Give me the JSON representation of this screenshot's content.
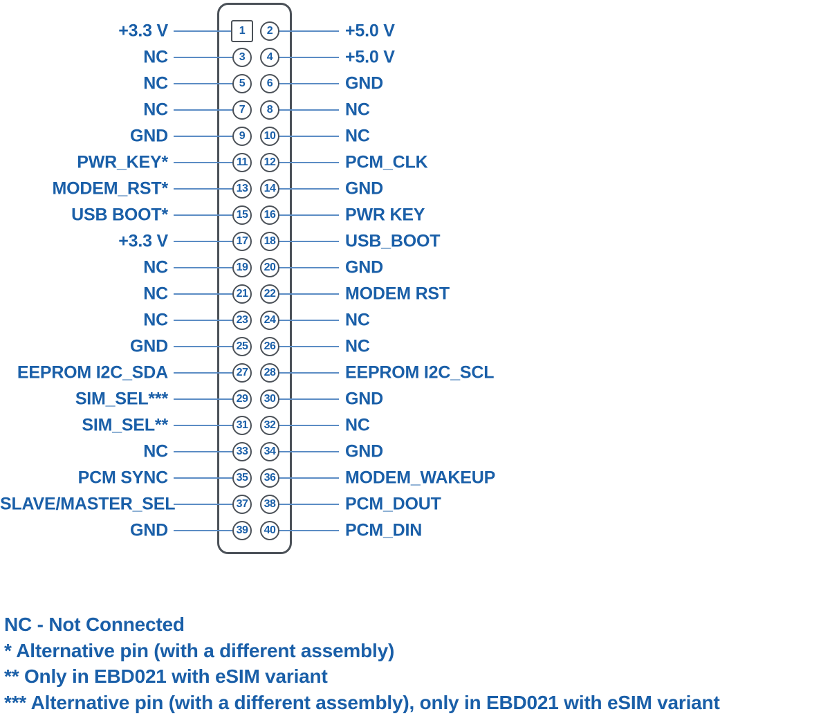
{
  "diagram": {
    "type": "pinout-header-40pin",
    "colors": {
      "text_blue": "#1a5fa8",
      "wire_blue": "#5b8cc4",
      "outline_gray": "#4b5158",
      "background": "#ffffff"
    },
    "rows": [
      {
        "left_label": "+3.3 V",
        "left_pin": "1",
        "right_pin": "2",
        "right_label": "+5.0 V"
      },
      {
        "left_label": "NC",
        "left_pin": "3",
        "right_pin": "4",
        "right_label": "+5.0 V"
      },
      {
        "left_label": "NC",
        "left_pin": "5",
        "right_pin": "6",
        "right_label": "GND"
      },
      {
        "left_label": "NC",
        "left_pin": "7",
        "right_pin": "8",
        "right_label": "NC"
      },
      {
        "left_label": "GND",
        "left_pin": "9",
        "right_pin": "10",
        "right_label": "NC"
      },
      {
        "left_label": "PWR_KEY*",
        "left_pin": "11",
        "right_pin": "12",
        "right_label": "PCM_CLK"
      },
      {
        "left_label": "MODEM_RST*",
        "left_pin": "13",
        "right_pin": "14",
        "right_label": "GND"
      },
      {
        "left_label": "USB BOOT*",
        "left_pin": "15",
        "right_pin": "16",
        "right_label": "PWR KEY"
      },
      {
        "left_label": "+3.3 V",
        "left_pin": "17",
        "right_pin": "18",
        "right_label": "USB_BOOT"
      },
      {
        "left_label": "NC",
        "left_pin": "19",
        "right_pin": "20",
        "right_label": "GND"
      },
      {
        "left_label": "NC",
        "left_pin": "21",
        "right_pin": "22",
        "right_label": "MODEM RST"
      },
      {
        "left_label": "NC",
        "left_pin": "23",
        "right_pin": "24",
        "right_label": "NC"
      },
      {
        "left_label": "GND",
        "left_pin": "25",
        "right_pin": "26",
        "right_label": "NC"
      },
      {
        "left_label": "EEPROM I2C_SDA",
        "left_pin": "27",
        "right_pin": "28",
        "right_label": "EEPROM I2C_SCL"
      },
      {
        "left_label": "SIM_SEL***",
        "left_pin": "29",
        "right_pin": "30",
        "right_label": "GND"
      },
      {
        "left_label": "SIM_SEL**",
        "left_pin": "31",
        "right_pin": "32",
        "right_label": "NC"
      },
      {
        "left_label": "NC",
        "left_pin": "33",
        "right_pin": "34",
        "right_label": "GND"
      },
      {
        "left_label": "PCM SYNC",
        "left_pin": "35",
        "right_pin": "36",
        "right_label": "MODEM_WAKEUP"
      },
      {
        "left_label": "SLAVE/MASTER_SEL",
        "left_pin": "37",
        "right_pin": "38",
        "right_label": "PCM_DOUT"
      },
      {
        "left_label": "GND",
        "left_pin": "39",
        "right_pin": "40",
        "right_label": "PCM_DIN"
      }
    ],
    "footnotes": [
      "NC - Not Connected",
      "* Alternative pin (with a different assembly)",
      "** Only in EBD021 with eSIM variant",
      "*** Alternative pin (with a different assembly), only in EBD021 with eSIM variant"
    ]
  }
}
